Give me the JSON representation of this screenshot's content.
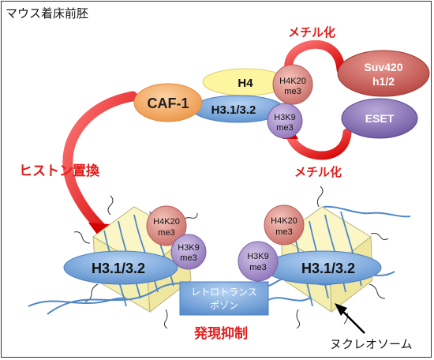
{
  "title": "マウス着床前胚",
  "complex": {
    "caf": "CAF-1",
    "h4": "H4",
    "h3": "H3.1/3.2",
    "h4k20": [
      "H4K20",
      "me3"
    ],
    "h3k9": [
      "H3K9",
      "me3"
    ]
  },
  "enzymes": {
    "suv": [
      "Suv420",
      "h1/2"
    ],
    "eset": "ESET"
  },
  "labels": {
    "methyl_top": "メチル化",
    "methyl_bottom": "メチル化",
    "histone_replacement": "ヒストン置換",
    "retrotransposon": [
      "レトロトランス",
      "ポゾン"
    ],
    "repression": "発現抑制",
    "nucleosome": "ヌクレオソーム"
  },
  "nucleosomes": [
    {
      "h3": "H3.1/3.2",
      "h4k20": [
        "H4K20",
        "me3"
      ],
      "h3k9": [
        "H3K9",
        "me3"
      ]
    },
    {
      "h3": "H3.1/3.2",
      "h4k20": [
        "H4K20",
        "me3"
      ],
      "h3k9": [
        "H3K9",
        "me3"
      ]
    }
  ],
  "colors": {
    "caf": "#f2a85b",
    "h4": "#fdf5a0",
    "h3": "#6fa2d8",
    "h4k20": "#d9827c",
    "h3k9": "#9f88c2",
    "enzyme": "#b84f4a",
    "eset": "#7b62aa",
    "arrow_red": "#e21c1c",
    "red_text": "#e21c1c",
    "nucleosome_fill": "#faf6c6",
    "dna": "#4f86c8"
  }
}
